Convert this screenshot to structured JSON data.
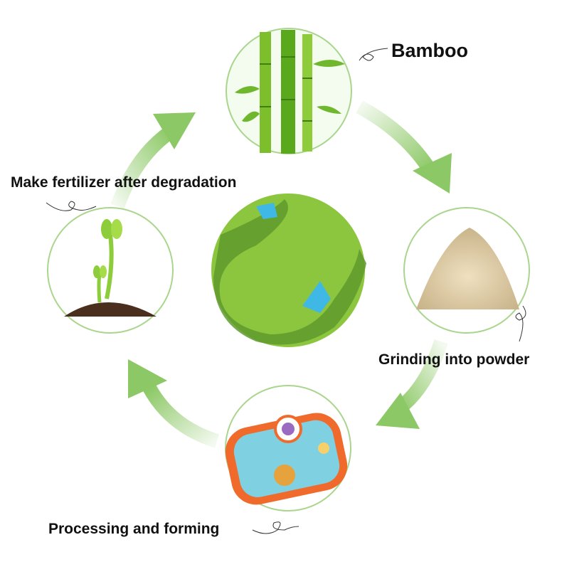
{
  "steps": {
    "bamboo": "Bamboo",
    "powder": "Grinding into powder",
    "forming": "Processing and forming",
    "fertilizer": "Make fertilizer after degradation"
  },
  "colors": {
    "arrow": "#8cc865",
    "ring": "#a9d58c",
    "globe": "#8cc63f",
    "river": "#5f9a2e",
    "water": "#3fb8e6"
  }
}
